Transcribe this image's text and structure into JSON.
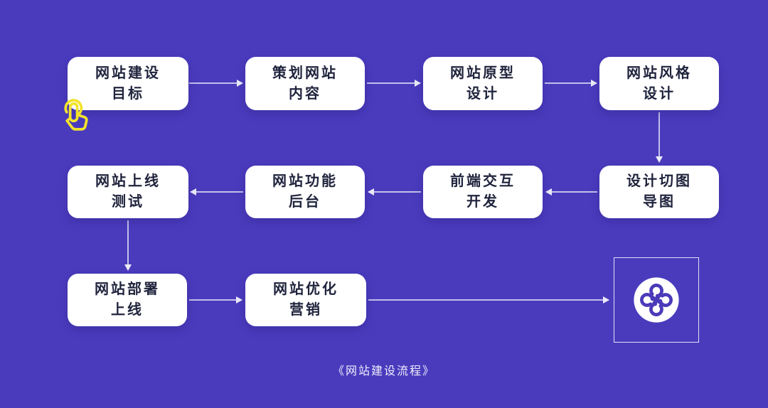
{
  "colors": {
    "bg": "#4a3bbd",
    "node-bg": "#ffffff",
    "node-text": "#20243d",
    "arrow": "#ecebf9",
    "accent-yellow": "#f2e32a",
    "logo-purple": "#4b3ab9"
  },
  "caption": "《网站建设流程》",
  "nodes": [
    {
      "id": "goal",
      "lines": [
        "网站建设",
        "目标"
      ]
    },
    {
      "id": "plan-content",
      "lines": [
        "策划网站",
        "内容"
      ]
    },
    {
      "id": "prototype-design",
      "lines": [
        "网站原型",
        "设计"
      ]
    },
    {
      "id": "style-design",
      "lines": [
        "网站风格",
        "设计"
      ]
    },
    {
      "id": "design-slicing",
      "lines": [
        "设计切图",
        "导图"
      ]
    },
    {
      "id": "frontend-dev",
      "lines": [
        "前端交互",
        "开发"
      ]
    },
    {
      "id": "backend-functions",
      "lines": [
        "网站功能",
        "后台"
      ]
    },
    {
      "id": "online-testing",
      "lines": [
        "网站上线",
        "测试"
      ]
    },
    {
      "id": "deploy-online",
      "lines": [
        "网站部署",
        "上线"
      ]
    },
    {
      "id": "optimize-marketing",
      "lines": [
        "网站优化",
        "营销"
      ]
    }
  ],
  "flow": [
    {
      "from": "goal",
      "to": "plan-content"
    },
    {
      "from": "plan-content",
      "to": "prototype-design"
    },
    {
      "from": "prototype-design",
      "to": "style-design"
    },
    {
      "from": "style-design",
      "to": "design-slicing"
    },
    {
      "from": "design-slicing",
      "to": "frontend-dev"
    },
    {
      "from": "frontend-dev",
      "to": "backend-functions"
    },
    {
      "from": "backend-functions",
      "to": "online-testing"
    },
    {
      "from": "online-testing",
      "to": "deploy-online"
    },
    {
      "from": "deploy-online",
      "to": "optimize-marketing"
    },
    {
      "from": "optimize-marketing",
      "to": "logo-badge"
    }
  ],
  "icons": {
    "tap_cursor": "tap-cursor-icon",
    "logo": "clover-knot-logo-icon"
  }
}
